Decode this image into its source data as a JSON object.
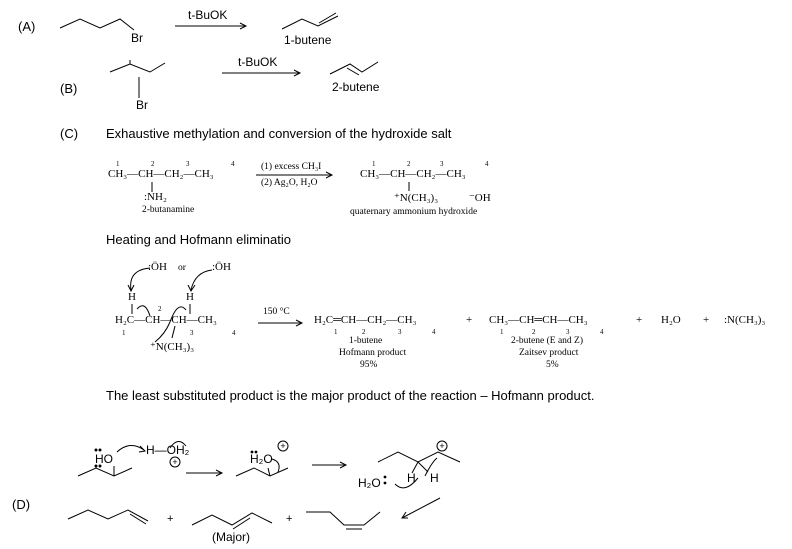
{
  "labels": {
    "a": "(A)",
    "b": "(B)",
    "c": "(C)",
    "d": "(D)"
  },
  "part_a": {
    "br": "Br",
    "reagent": "t-BuOK",
    "product": "1-butene"
  },
  "part_b": {
    "br": "Br",
    "reagent": "t-BuOK",
    "product": "2-butene"
  },
  "part_c": {
    "heading": "Exhaustive methylation and conversion of the hydroxide salt",
    "numbers": [
      "1",
      "2",
      "3",
      "4"
    ],
    "amine_formula": "CH₃—CH—CH₂—CH₃",
    "amine_sub": ":NH₂",
    "amine_name": "2-butanamine",
    "reagent1": "(1) excess CH₃I",
    "reagent2": "(2) Ag₂O, H₂O",
    "salt_formula": "CH₃—CH—CH₂—CH₃",
    "salt_sub": "⁺N(CH₃)₃",
    "salt_oh": "⁻OH",
    "salt_name": "quaternary ammonium hydroxide",
    "heating_heading": "Heating and Hofmann eliminatio",
    "base_left": ":ÖH",
    "base_or": "or",
    "base_right": ":ÖH",
    "h_left": "H",
    "h_right": "H",
    "substrate": "H₂C—CH—CH—CH₃",
    "substrate_sub": "⁺N(CH₃)₃",
    "temp": "150 °C",
    "plus": "+",
    "p1_formula": "H₂C═CH—CH₂—CH₃",
    "p1_name": "1-butene",
    "p1_type": "Hofmann product",
    "p1_pct": "95%",
    "p2_formula": "CH₃—CH═CH—CH₃",
    "p2_name": "2-butene (E and Z)",
    "p2_type": "Zaitsev product",
    "p2_pct": "5%",
    "p3": "H₂O",
    "p4": ":N(CH₃)₃",
    "conclusion": "The least substituted product is the major product of the reaction – Hofmann product."
  },
  "part_d": {
    "ho": "HO",
    "h_oh2": "H—OH₂",
    "h2o_1": "H₂O",
    "h2o_2": "H₂O",
    "h_a": "H",
    "h_b": "H",
    "plus": "+",
    "major": "(Major)"
  }
}
